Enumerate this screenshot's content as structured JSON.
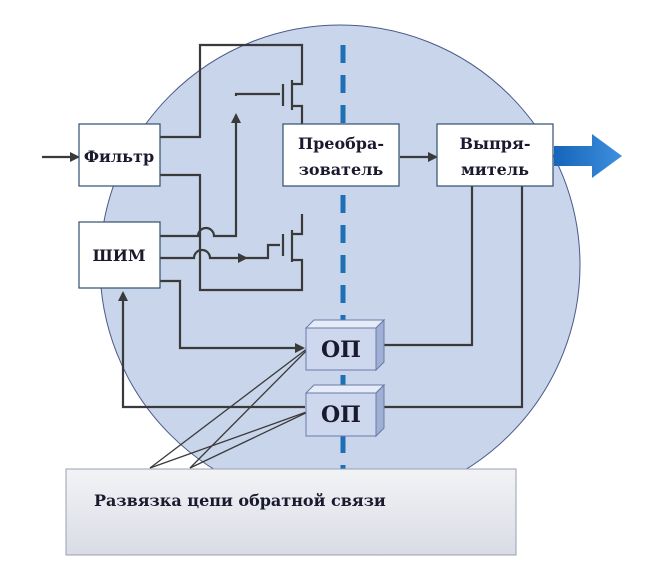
{
  "blocks": {
    "filter": "Фильтр",
    "pwm": "ШИМ",
    "converter": [
      "Преобра-",
      "зователь"
    ],
    "rectifier": [
      "Выпря-",
      "митель"
    ],
    "op_top": "ОП",
    "op_bottom": "ОП"
  },
  "note": "Развязка цепи обратной связи",
  "colors": {
    "circle_fill": "#c9d5ea",
    "circle_stroke": "#4a5a8a",
    "isolation_line": "#1f6fb5",
    "output_arrow": "#1a6fbf",
    "op_fill": "#cdd8ee",
    "note_fill": "#e4e6ec"
  }
}
